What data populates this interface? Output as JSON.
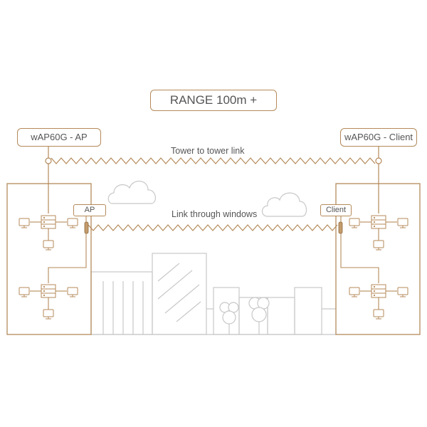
{
  "title": "RANGE 100m +",
  "devices": {
    "ap": "wAP60G - AP",
    "client": "wAP60G - Client"
  },
  "tags": {
    "ap": "AP",
    "client": "Client"
  },
  "links": {
    "tower": "Tower to tower link",
    "window": "Link through windows"
  },
  "colors": {
    "accent": "#b48a5a",
    "line": "#c8c8c8",
    "text": "#555555"
  },
  "icons": [
    "server-icon",
    "monitor-icon",
    "cloud-icon",
    "tree-icon"
  ]
}
